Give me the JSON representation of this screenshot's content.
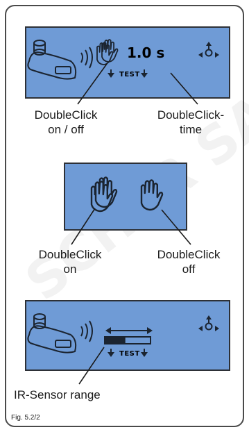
{
  "panel1": {
    "time_value": "1.0 s",
    "test_text": "TEST",
    "label_left_line1": "DoubleClick",
    "label_left_line2": "on / off",
    "label_right_line1": "DoubleClick-",
    "label_right_line2": "time"
  },
  "panel2": {
    "label_left_line1": "DoubleClick",
    "label_left_line2": "on",
    "label_right_line1": "DoubleClick",
    "label_right_line2": "off"
  },
  "panel3": {
    "test_text": "TEST",
    "label_line1": "IR-Sensor range",
    "range_fraction": 0.45
  },
  "figure_label": "Fig. 5.2/2",
  "watermark_text": "SCHER SAS",
  "colors": {
    "lcd": "#6f9bd6",
    "lcd_border": "#2d3036",
    "ink": "#1b2430"
  },
  "icons": [
    "microscope-icon",
    "ir-signal-icon",
    "hand-doubleclick-icon",
    "hand-singleclick-icon",
    "arrow-down-icon",
    "move-arrows-icon",
    "range-arrow-icon"
  ]
}
